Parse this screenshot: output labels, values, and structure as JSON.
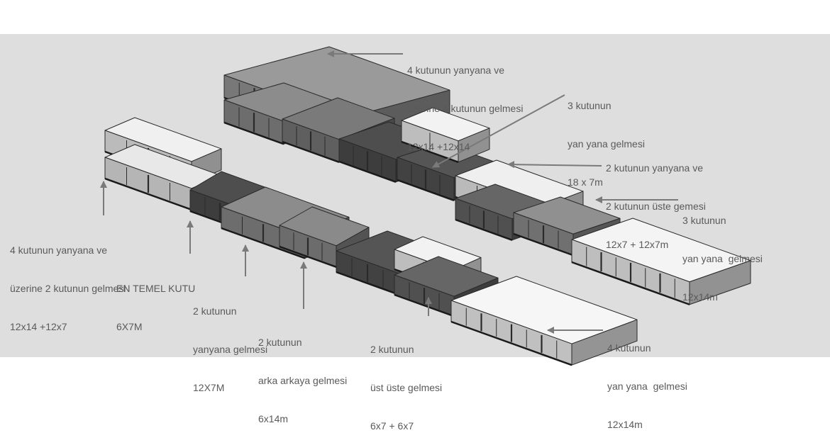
{
  "labels": {
    "top_group": [
      "4 kutunun yanyana ve",
      "üzerine 4 kutunun gelmesi",
      "12x14 +12x14"
    ],
    "three_side_18": [
      "3 kutunun",
      "yan yana gelmesi",
      "18 x 7m"
    ],
    "two_side_two_top": [
      "2 kutunun yanyana ve",
      "2 kutunun üste gemesi",
      "12x7 + 12x7m"
    ],
    "three_side_12x14": [
      "3 kutunun",
      "yan yana  gelmesi",
      "12x14m"
    ],
    "four_side_two_top": [
      "4 kutunun yanyana ve",
      "üzerine 2 kutunun gelmesi",
      "12x14 +12x7"
    ],
    "basic_box": [
      "EN TEMEL KUTU",
      "6X7M"
    ],
    "two_side": [
      "2 kutunun",
      "yanyana gelmesi",
      "12X7M"
    ],
    "two_back": [
      "2 kutunun",
      "arka arkaya gelmesi",
      "6x14m"
    ],
    "two_stacked": [
      "2 kutunun",
      "üst üste gelmesi",
      "6x7 + 6x7"
    ],
    "four_side": [
      "4 kutunun",
      "yan yana  gelmesi",
      "12x14m"
    ]
  },
  "colors": {
    "background": "#dedede",
    "text": "#5a5a5a",
    "arrow": "#7a7a7a",
    "dark_box": "#4e4e4e",
    "mid_box": "#8c8c8c",
    "light_box": "#f0f0f0"
  }
}
